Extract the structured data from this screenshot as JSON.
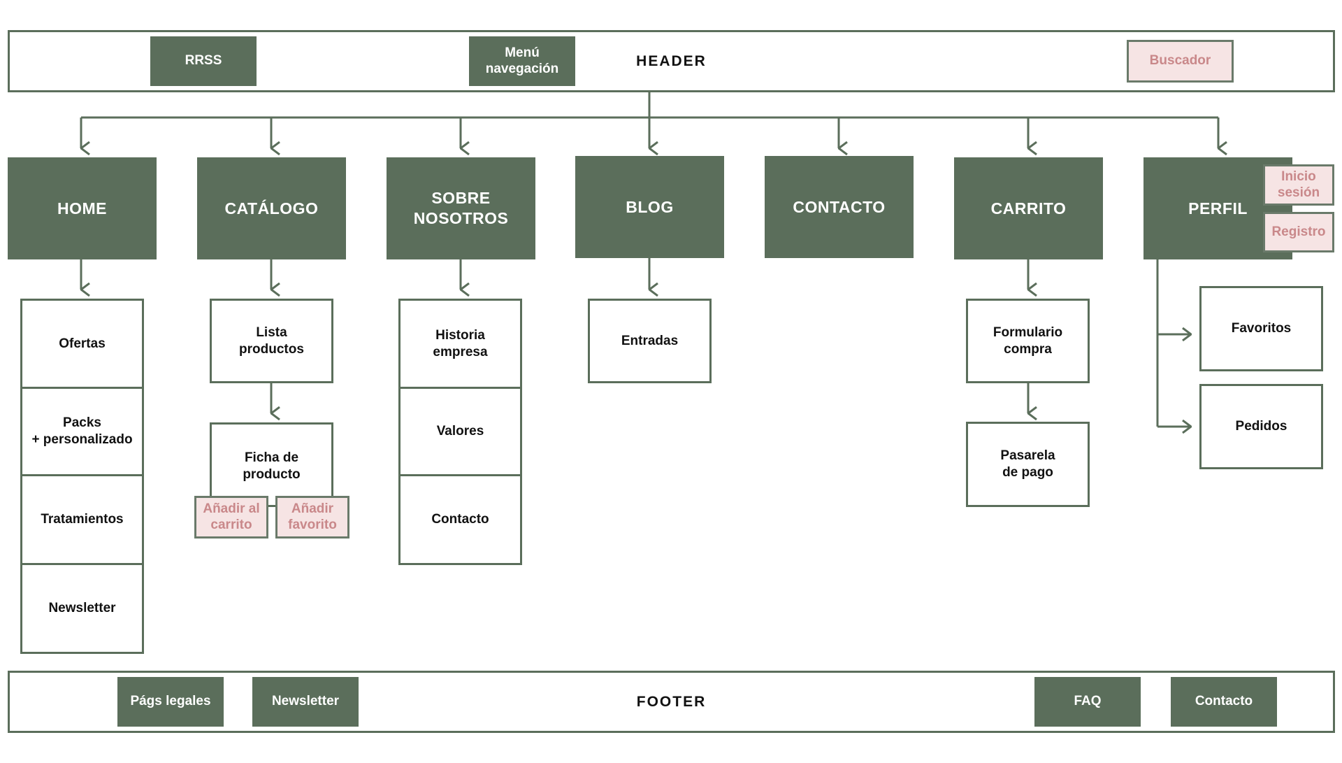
{
  "colors": {
    "accent_green": "#5b6e5b",
    "highlight_pink": "#f6e4e4",
    "highlight_text": "#c9888a"
  },
  "header": {
    "title": "HEADER",
    "rrss": "RRSS",
    "menu": "Menú\nnavegación",
    "search": "Buscador"
  },
  "sections": {
    "home": {
      "label": "HOME",
      "items": [
        "Ofertas",
        "Packs\n+ personalizado",
        "Tratamientos",
        "Newsletter"
      ]
    },
    "catalogo": {
      "label": "CATÁLOGO",
      "list": "Lista\nproductos",
      "detail": "Ficha de\nproducto",
      "add_cart": "Añadir al\ncarrito",
      "add_fav": "Añadir\nfavorito"
    },
    "sobre": {
      "label": "SOBRE\nNOSOTROS",
      "items": [
        "Historia\nempresa",
        "Valores",
        "Contacto"
      ]
    },
    "blog": {
      "label": "BLOG",
      "entries": "Entradas"
    },
    "contacto": {
      "label": "CONTACTO"
    },
    "carrito": {
      "label": "CARRITO",
      "form": "Formulario\ncompra",
      "payment": "Pasarela\nde pago"
    },
    "perfil": {
      "label": "PERFIL",
      "login": "Inicio\nsesión",
      "register": "Registro",
      "favorites": "Favoritos",
      "orders": "Pedidos"
    }
  },
  "footer": {
    "title": "FOOTER",
    "legal": "Págs legales",
    "newsletter": "Newsletter",
    "faq": "FAQ",
    "contact": "Contacto"
  }
}
